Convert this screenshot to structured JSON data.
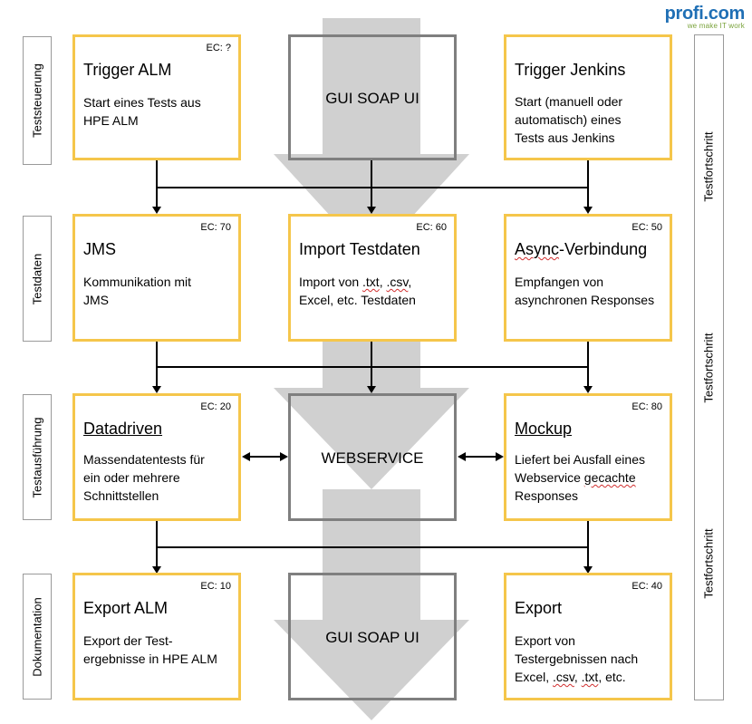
{
  "logo": {
    "brand": "profi.com",
    "tagline": "we make IT work"
  },
  "lanes": [
    {
      "label": "Teststeuerung"
    },
    {
      "label": "Testdaten"
    },
    {
      "label": "Testausführung"
    },
    {
      "label": "Dokumentation"
    }
  ],
  "progress": {
    "labels": [
      "Testfortschritt",
      "Testfortschritt",
      "Testfortschritt"
    ]
  },
  "boxes": {
    "trigger_alm": {
      "ec": "EC: ?",
      "title": "Trigger ALM",
      "desc_lines": [
        "Start eines Tests aus",
        "HPE ALM"
      ]
    },
    "gui_top": {
      "label": "GUI SOAP UI"
    },
    "trigger_jenkins": {
      "title": "Trigger Jenkins",
      "desc_lines": [
        "Start (manuell oder",
        "automatisch) eines",
        "Tests aus Jenkins"
      ]
    },
    "jms": {
      "ec": "EC: 70",
      "title": "JMS",
      "desc_lines": [
        "Kommunikation mit",
        "JMS"
      ]
    },
    "import": {
      "ec": "EC: 60",
      "title": "Import Testdaten",
      "desc_prefix": "Import von ",
      "desc_txt": ".txt",
      "desc_mid": ", ",
      "desc_csv": ".csv",
      "desc_suffix": ",",
      "desc_line2": "Excel, etc. Testdaten"
    },
    "async": {
      "ec": "EC: 50",
      "title_prefix": "Async",
      "title_suffix": "-Verbindung",
      "desc_lines": [
        "Empfangen von",
        "asynchronen Responses"
      ]
    },
    "datadriven": {
      "ec": "EC: 20",
      "title": "Datadriven",
      "desc_lines": [
        "Massendatentests für",
        "ein oder mehrere",
        "Schnittstellen"
      ]
    },
    "webservice": {
      "label": "WEBSERVICE"
    },
    "mockup": {
      "ec": "EC: 80",
      "title": "Mockup",
      "desc_line1": "Liefert bei Ausfall eines",
      "desc_line2_prefix": "Webservice ",
      "desc_line2_word": "gecachte",
      "desc_line3": "Responses"
    },
    "export_alm": {
      "ec": "EC: 10",
      "title": "Export ALM",
      "desc_lines": [
        "Export der Test-",
        "ergebnisse in HPE ALM"
      ]
    },
    "gui_bottom": {
      "label": "GUI SOAP UI"
    },
    "export": {
      "ec": "EC: 40",
      "title": "Export",
      "desc_lines": [
        "Export von",
        "Testergebnissen nach"
      ],
      "desc_line3_prefix": "Excel, ",
      "desc_line3_csv": ".csv",
      "desc_line3_mid": ", ",
      "desc_line3_txt": ".txt",
      "desc_line3_suffix": ", etc."
    }
  }
}
